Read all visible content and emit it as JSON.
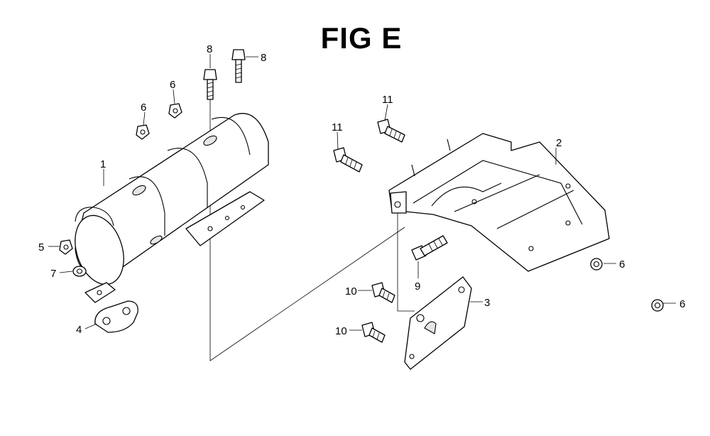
{
  "figure": {
    "title": "FIG E"
  },
  "callouts": [
    {
      "id": "c1",
      "label": "1"
    },
    {
      "id": "c2",
      "label": "2"
    },
    {
      "id": "c3",
      "label": "3"
    },
    {
      "id": "c4",
      "label": "4"
    },
    {
      "id": "c5",
      "label": "5"
    },
    {
      "id": "c6a",
      "label": "6"
    },
    {
      "id": "c6b",
      "label": "6"
    },
    {
      "id": "c6c",
      "label": "6"
    },
    {
      "id": "c6d",
      "label": "6"
    },
    {
      "id": "c7",
      "label": "7"
    },
    {
      "id": "c8a",
      "label": "8"
    },
    {
      "id": "c8b",
      "label": "8"
    },
    {
      "id": "c9",
      "label": "9"
    },
    {
      "id": "c10a",
      "label": "10"
    },
    {
      "id": "c10b",
      "label": "10"
    },
    {
      "id": "c11a",
      "label": "11"
    },
    {
      "id": "c11b",
      "label": "11"
    }
  ]
}
